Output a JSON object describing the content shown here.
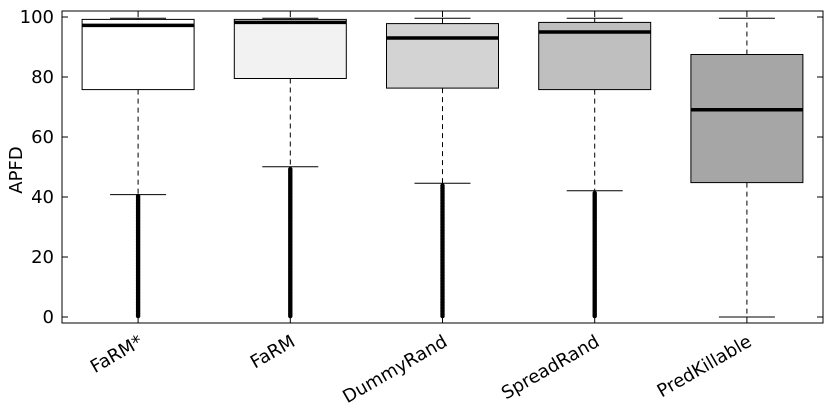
{
  "chart_data": {
    "type": "boxplot",
    "ylabel": "APFD",
    "ylim": [
      -2,
      102
    ],
    "yticks": [
      0,
      20,
      40,
      60,
      80,
      100
    ],
    "grid": false,
    "categories": [
      "FaRM*",
      "FaRM",
      "DummyRand",
      "SpreadRand",
      "PredKillable"
    ],
    "boxes": [
      {
        "whisker_low": 40.8,
        "q1": 75.8,
        "median": 97.2,
        "q3": 99.2,
        "whisker_high": 99.6,
        "fill": "#ffffff",
        "outliers_range": [
          0.3,
          40.3
        ]
      },
      {
        "whisker_low": 50.1,
        "q1": 79.5,
        "median": 98.2,
        "q3": 99.2,
        "whisker_high": 99.6,
        "fill": "#f2f2f2",
        "outliers_range": [
          0.3,
          49.7
        ]
      },
      {
        "whisker_low": 44.6,
        "q1": 76.3,
        "median": 93.0,
        "q3": 97.8,
        "whisker_high": 99.6,
        "fill": "#d3d3d3",
        "outliers_range": [
          0.3,
          44.0
        ]
      },
      {
        "whisker_low": 42.1,
        "q1": 75.8,
        "median": 95.0,
        "q3": 98.2,
        "whisker_high": 99.6,
        "fill": "#bfbfbf",
        "outliers_range": [
          0.3,
          41.5
        ]
      },
      {
        "whisker_low": 0.0,
        "q1": 44.8,
        "median": 69.1,
        "q3": 87.5,
        "whisker_high": 99.6,
        "fill": "#a6a6a6",
        "outliers_range": null
      }
    ]
  }
}
